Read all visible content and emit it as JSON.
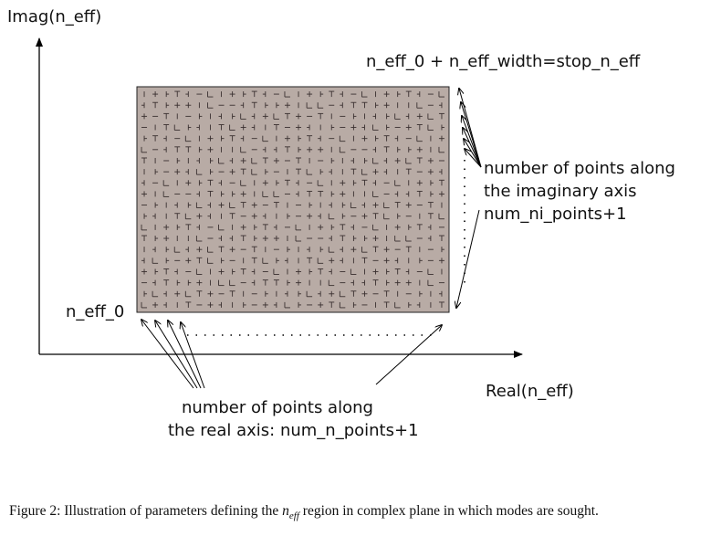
{
  "labels": {
    "y_axis": "Imag(n_eff)",
    "x_axis": "Real(n_eff)",
    "corner_top": "n_eff_0 + n_eff_width=stop_n_eff",
    "corner_origin": "n_eff_0",
    "imag_note": [
      "number of points along",
      "the imaginary axis",
      "num_ni_points+1"
    ],
    "real_note": [
      "number of points along",
      "the real axis: num_n_points+1"
    ]
  },
  "caption": {
    "prefix": "Figure 2: Illustration of parameters defining the ",
    "math_base": "n",
    "math_sub": "eff",
    "suffix": " region in complex plane in which modes are sought."
  },
  "colors": {
    "region_fill": "#b8aba5",
    "grid_marks": "#3a3030",
    "lines": "#000000"
  }
}
